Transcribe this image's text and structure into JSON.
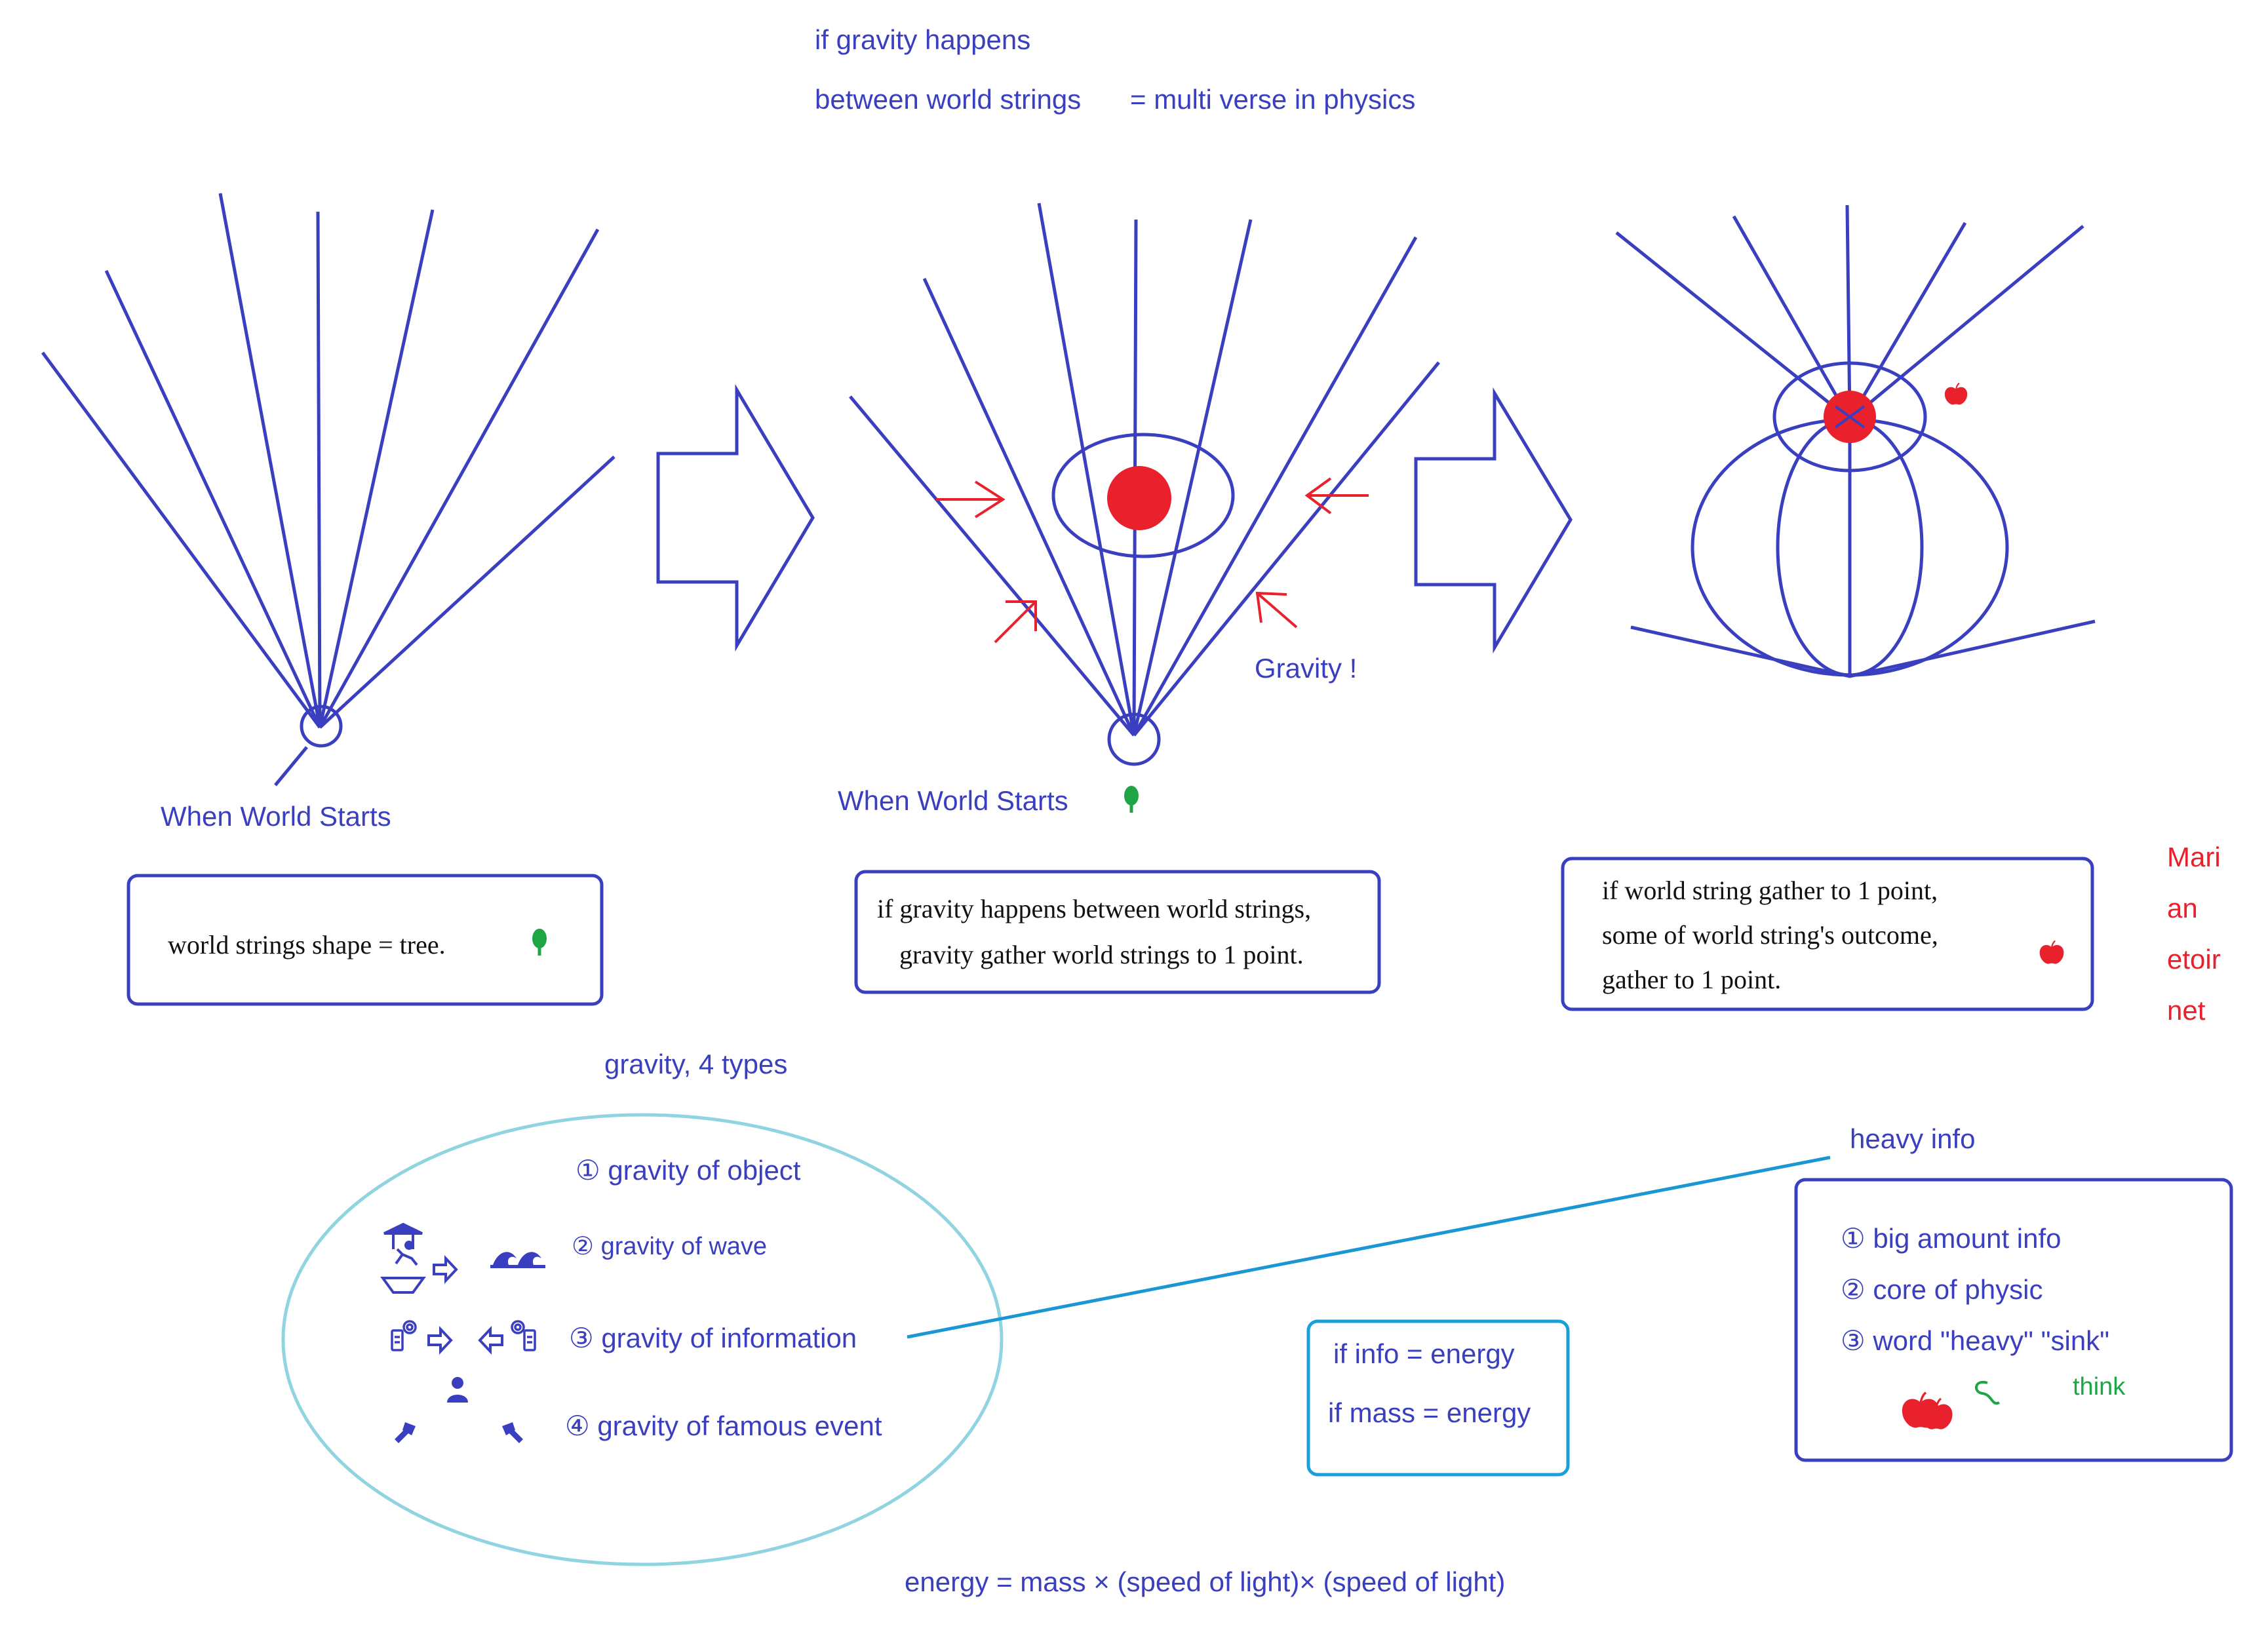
{
  "colors": {
    "blue": "#3a3fc0",
    "red": "#e8212c",
    "green": "#1fa544",
    "cyan": "#8fd4e0",
    "cyan_line": "#1a96d4",
    "cyan_box": "#1aa0d8"
  },
  "header": {
    "line1": "if gravity happens",
    "line2": "between world strings",
    "line2b": "= multi verse in physics"
  },
  "panel1": {
    "label": "When World Starts",
    "box_text": "world strings shape = tree.",
    "box_icon": "tree-icon"
  },
  "panel2": {
    "label": "When World Starts",
    "gravity_label": "Gravity !",
    "label_icon": "tree-icon",
    "box_line1": "if gravity happens between world strings,",
    "box_line2": "gravity gather world strings to 1 point."
  },
  "panel3": {
    "box_line1": "if world string gather to 1 point,",
    "box_line2": "some of world string's outcome,",
    "box_line3": "gather to 1 point.",
    "box_icon": "apple-icon",
    "top_icon": "apple-icon"
  },
  "side_text": [
    "Mari",
    "an",
    "etoir",
    "net"
  ],
  "types": {
    "title": "gravity,  4 types",
    "item1": "① gravity of object",
    "item2": "②  gravity of wave",
    "item3": "③  gravity of information",
    "item4": "④  gravity of famous event",
    "icons": [
      "runner-icon",
      "wave-icon",
      "phone-icon",
      "person-icon",
      "flashlight-icon"
    ]
  },
  "energy_box": {
    "line1": "if info = energy",
    "line2": "if mass = energy"
  },
  "heavy": {
    "title": "heavy info",
    "item1": "① big amount info",
    "item2": "② core of physic",
    "item3": "③ word \"heavy\" \"sink\"",
    "think": "think",
    "icons": [
      "apple-icon",
      "worm-icon"
    ]
  },
  "formula": "energy = mass × (speed of light)× (speed of light)"
}
